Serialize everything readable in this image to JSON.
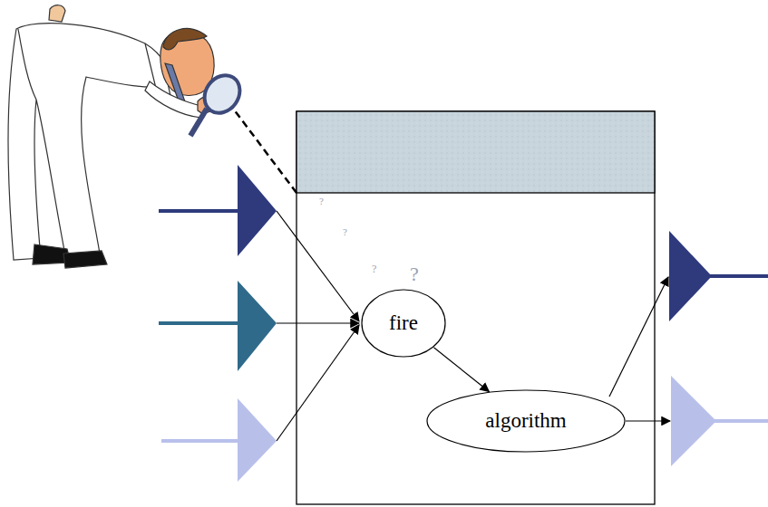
{
  "diagram": {
    "nodes": [
      {
        "text": [
          "fire"
        ]
      },
      {
        "text": [
          "algorithm"
        ]
      }
    ],
    "edges": [
      {
        "from": 0,
        "to": 1,
        "arrow": "to"
      }
    ],
    "labels": [
      "?",
      "?",
      "?",
      "?"
    ]
  }
}
